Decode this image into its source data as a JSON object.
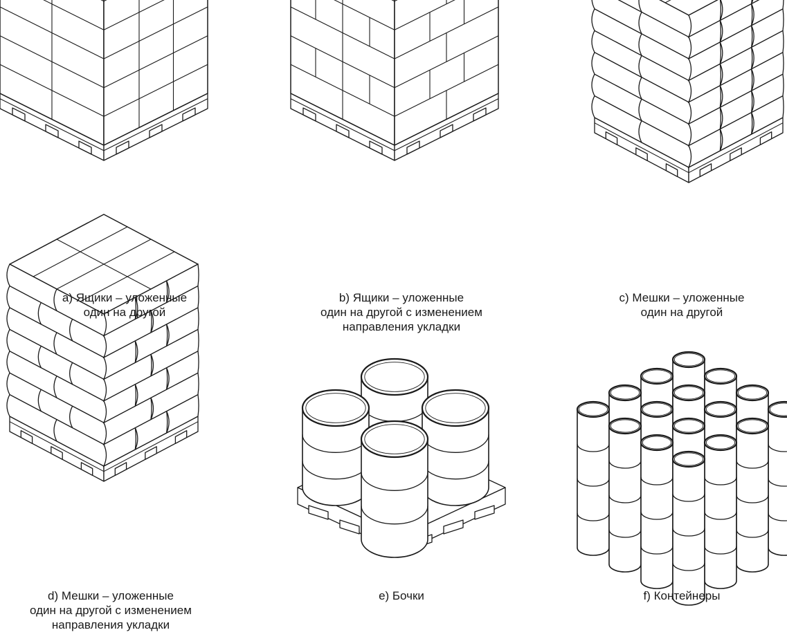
{
  "figures": [
    {
      "id": "a",
      "kind": "boxes-stacked",
      "caption": [
        "a) Ящики – уложенные",
        "один на другой"
      ]
    },
    {
      "id": "b",
      "kind": "boxes-interlocked",
      "caption": [
        "b) Ящики – уложенные",
        "один на другой с изменением",
        "направления укладки"
      ]
    },
    {
      "id": "c",
      "kind": "bags-stacked",
      "caption": [
        "c) Мешки – уложенные",
        "один на другой"
      ]
    },
    {
      "id": "d",
      "kind": "bags-interlocked",
      "caption": [
        "d) Мешки – уложенные",
        "один на другой с изменением",
        "направления укладки"
      ]
    },
    {
      "id": "e",
      "kind": "barrels",
      "caption": [
        "e) Бочки"
      ]
    },
    {
      "id": "f",
      "kind": "containers",
      "caption": [
        "f) Контейнеры"
      ]
    }
  ],
  "colors": {
    "line": "#1a1a1a",
    "fill": "#ffffff"
  }
}
